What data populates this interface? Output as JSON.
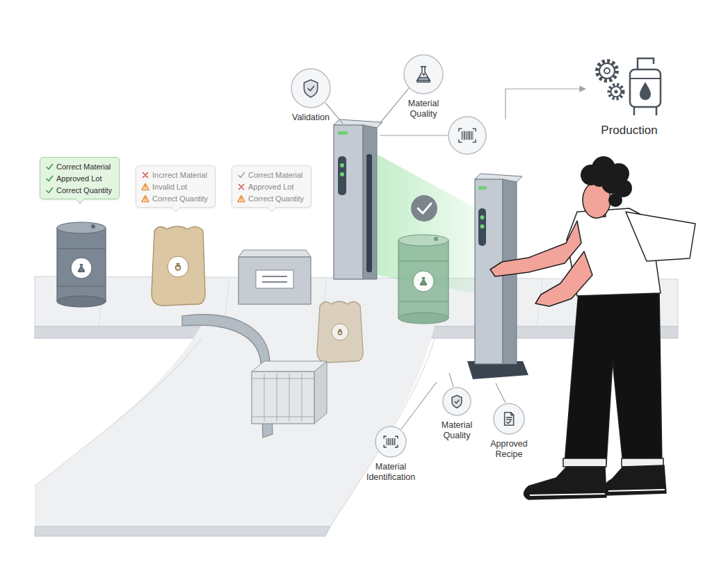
{
  "diagram": {
    "nodes": [
      {
        "text": [
          "Validation"
        ]
      },
      {
        "text": [
          "Material Quality"
        ]
      },
      {
        "text": [
          "Correct Material",
          "Approved Lot",
          "Correct Quantity"
        ]
      },
      {
        "text": [
          "Incrrect Material",
          "Invalid Lot",
          "Correct Quantity"
        ]
      },
      {
        "text": [
          "Correct Material",
          "Approved Lot",
          "Correct Quantity"
        ]
      },
      {
        "text": [
          "Material Identification"
        ]
      },
      {
        "text": [
          "Material Quality"
        ]
      },
      {
        "text": [
          "Approved Recipe"
        ]
      }
    ],
    "labels": [
      "Production"
    ]
  }
}
